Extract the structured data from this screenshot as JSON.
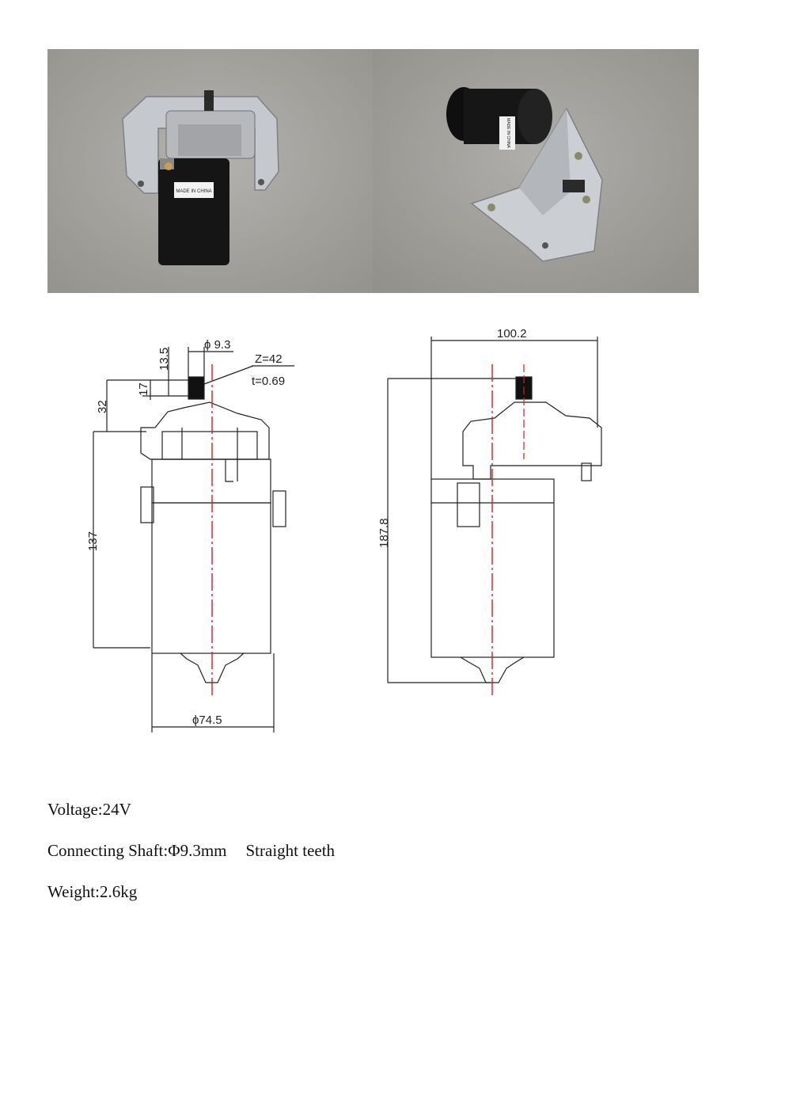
{
  "photos": {
    "left": {
      "label_text": "MADE IN CHINA"
    },
    "right": {
      "label_text": "MADE IN CHINA"
    }
  },
  "drawing_left": {
    "dim_shaft_height": "13.5",
    "dim_shaft_diameter": "ϕ 9.3",
    "dim_tooth_count": "Z=42",
    "dim_tooth_thickness": "t=0.69",
    "dim_spline": "17",
    "dim_top": "32",
    "dim_body_height": "137",
    "dim_body_diameter": "ϕ74.5"
  },
  "drawing_right": {
    "dim_width": "100.2",
    "dim_total_height": "187.8"
  },
  "specs": {
    "voltage": "Voltage:24V",
    "shaft": "Connecting Shaft:Φ9.3mm",
    "shaft_teeth": "Straight teeth",
    "weight": "Weight:2.6kg"
  },
  "colors": {
    "centerline": "#d21f1f",
    "line": "#222222",
    "motor_body": "#151515",
    "bracket": "#c9ccd0",
    "floor": "#a9a7a3"
  }
}
